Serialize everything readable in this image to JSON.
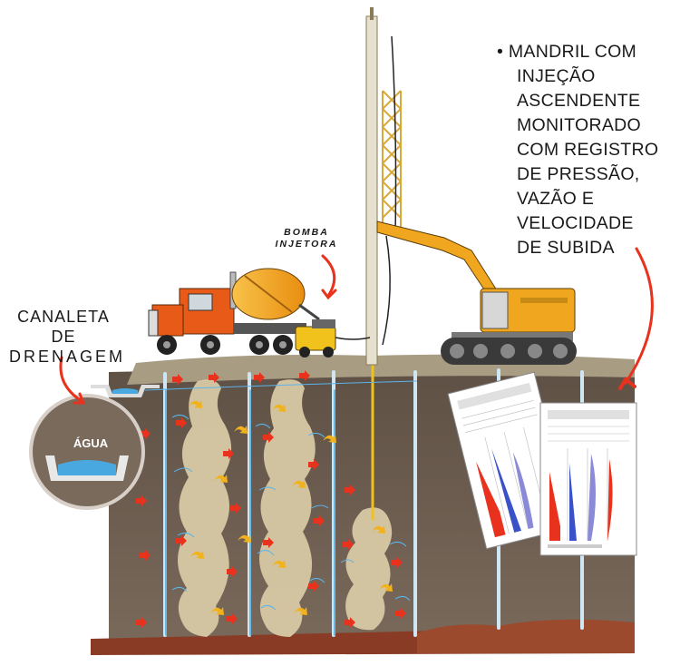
{
  "annotation": {
    "lines": [
      "• MANDRIL COM",
      "INJEÇÃO",
      "ASCENDENTE",
      "MONITORADO",
      "COM REGISTRO",
      "DE PRESSÃO,",
      "VAZÃO E",
      "VELOCIDADE",
      "DE SUBIDA"
    ]
  },
  "labels": {
    "bomba_line1": "BOMBA",
    "bomba_line2": "INJETORA",
    "canaleta_line1": "CANALETA DE",
    "canaleta_line2": "DRENAGEM",
    "agua": "ÁGUA"
  },
  "colors": {
    "soil": "#6a5a4d",
    "soil_surface": "#a89c83",
    "grout_column": "#d8c9a5",
    "water": "#4aa8e0",
    "arrow_red": "#e8321e",
    "arrow_yellow": "#f2b21c",
    "rig_mast": "#d8a93a",
    "excavator": "#f0a61e",
    "truck_cab": "#e85a18",
    "mixer_drum": "#f4a41c",
    "bedrock": "#8a3b25"
  },
  "icons": [
    "drilling-rig-icon",
    "excavator-icon",
    "mixer-truck-icon",
    "injection-pump-icon",
    "pressure-log-charts-icon"
  ]
}
